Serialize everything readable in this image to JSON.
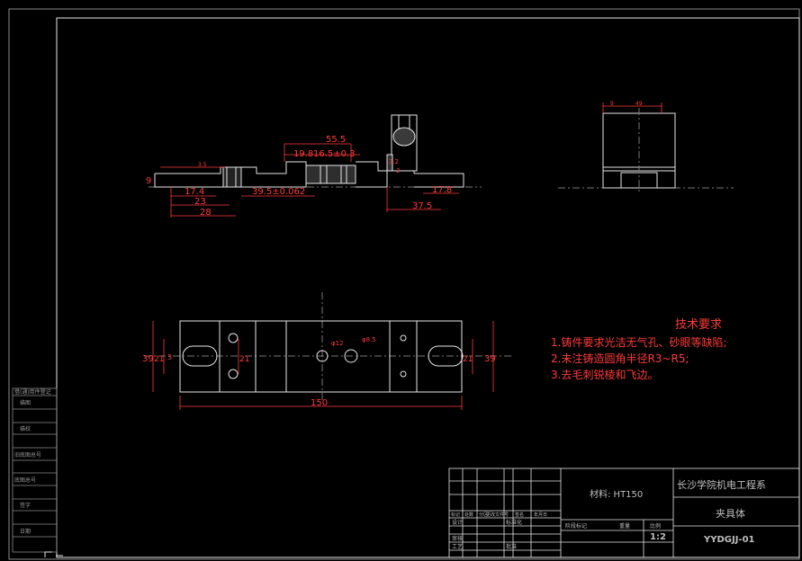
{
  "dims": {
    "top_55_5": "55.5",
    "top_19_8": "19.8",
    "top_16_5": "16.5±0.3",
    "left_17_4": "17.4",
    "left_23": "23",
    "left_28": "28",
    "left_9": "9",
    "left_small": "3.5",
    "mid_39_5": "39.5±0.062",
    "right_17_8": "17.8",
    "right_37_5": "37.5",
    "right_small_a": "3.2",
    "right_small_b": "2",
    "side_top_a": "9",
    "side_top_b": "49",
    "plan_39_left": "39",
    "plan_21_left": "21",
    "plan_3_left": "3",
    "plan_21_mid": "21",
    "plan_39_right": "39",
    "plan_21_right": "21",
    "plan_150": "150",
    "hole_a": "φ12",
    "hole_b": "φ8.5"
  },
  "tech": {
    "title": "技术要求",
    "line1": "1.铸件要求光洁无气孔、砂眼等缺陷;",
    "line2": "2.未注铸造圆角半径R3~R5;",
    "line3": "3.去毛刺锐棱和飞边。"
  },
  "title_block": {
    "material": "材料: HT150",
    "school": "长沙学院机电工程系",
    "part_name": "夹具体",
    "drawing_no": "YYDGJJ-01",
    "scale": "1:2",
    "weight_label": "重量",
    "scale_label": "比例",
    "head_a": "标记",
    "head_b": "处数",
    "head_c": "分区",
    "head_d": "更改文件号",
    "head_e": "签名",
    "head_f": "年月日",
    "design": "设计",
    "standard": "标准化",
    "review": "审核",
    "process": "工艺",
    "approve": "批准",
    "stage": "阶段标记"
  },
  "side_table": {
    "r1": "借(通)用件登记",
    "r2": "描图",
    "r3": "描校",
    "r4": "旧底图总号",
    "r5": "底图总号",
    "r6": "签字",
    "r7": "日期"
  }
}
